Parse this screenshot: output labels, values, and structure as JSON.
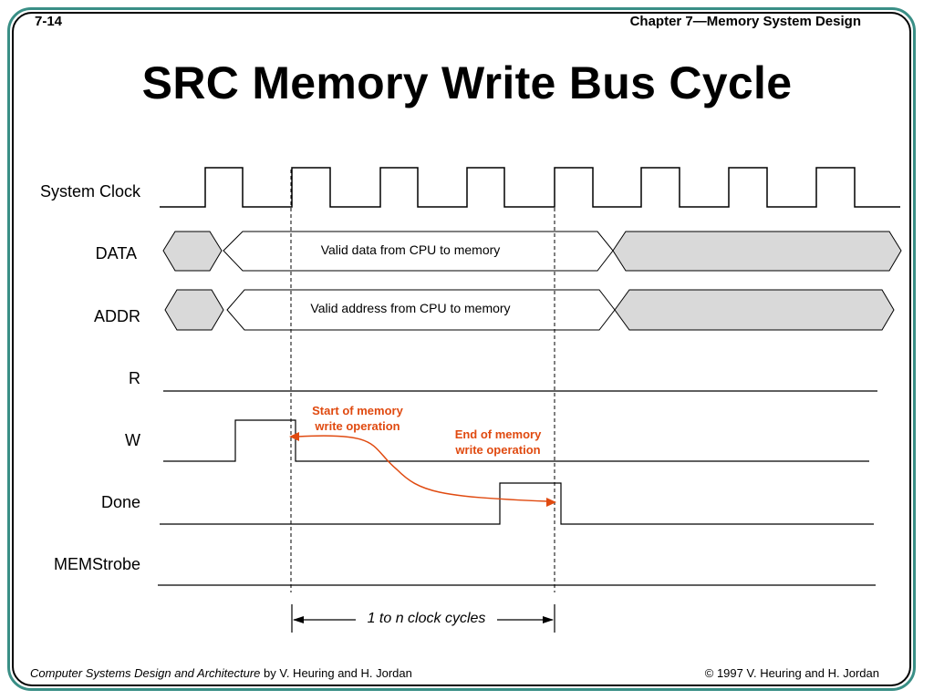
{
  "header": {
    "slide_number": "7-14",
    "chapter": "Chapter 7—Memory System Design"
  },
  "title": "SRC Memory Write Bus Cycle",
  "signals": {
    "clock": "System Clock",
    "data": "DATA",
    "addr": "ADDR",
    "r": "R",
    "w": "W",
    "done": "Done",
    "memstrobe": "MEMStrobe"
  },
  "bus_labels": {
    "data": "Valid data from CPU to memory",
    "addr": "Valid address from CPU to memory"
  },
  "annotations": {
    "start_line1": "Start of memory",
    "start_line2": "write operation",
    "end_line1": "End of memory",
    "end_line2": "write operation"
  },
  "duration_label": "1 to n clock cycles",
  "footer": {
    "book_title": "Computer Systems Design and Architecture",
    "book_authors": " by V. Heuring and H. Jordan",
    "copyright": "© 1997 V. Heuring and H. Jordan"
  },
  "colors": {
    "frame_teal": "#3a8f86",
    "annotation_orange": "#e04a10",
    "bus_invalid_fill": "#d9d9d9"
  }
}
